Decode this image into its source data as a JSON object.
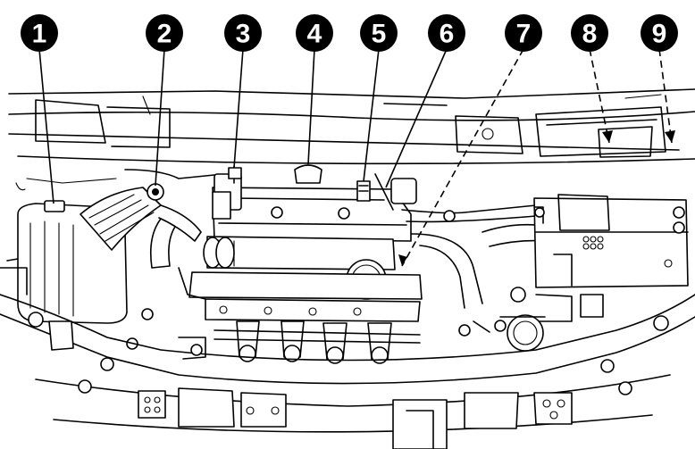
{
  "callouts": [
    {
      "label": "1",
      "leader": "solid"
    },
    {
      "label": "2",
      "leader": "solid"
    },
    {
      "label": "3",
      "leader": "solid"
    },
    {
      "label": "4",
      "leader": "solid"
    },
    {
      "label": "5",
      "leader": "solid"
    },
    {
      "label": "6",
      "leader": "solid"
    },
    {
      "label": "7",
      "leader": "dashed"
    },
    {
      "label": "8",
      "leader": "dashed"
    },
    {
      "label": "9",
      "leader": "dashed"
    }
  ]
}
